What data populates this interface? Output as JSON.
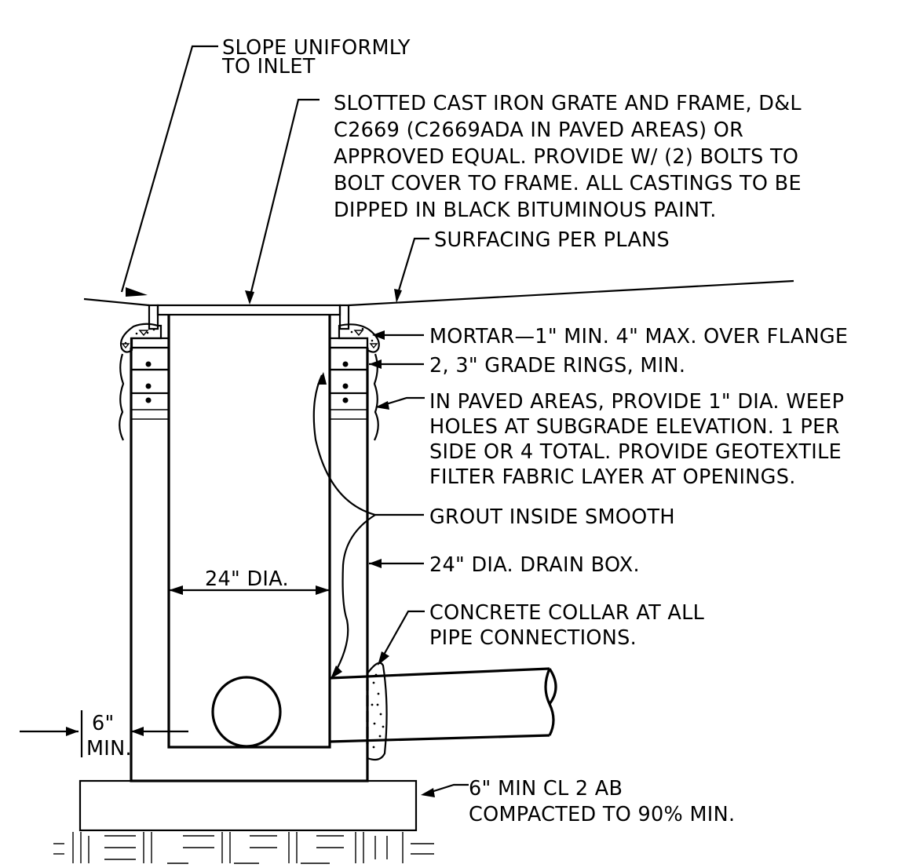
{
  "labels": {
    "slope": [
      "SLOPE UNIFORMLY",
      "TO INLET"
    ],
    "grate": [
      "SLOTTED CAST IRON GRATE AND FRAME, D&L",
      "C2669 (C2669ADA IN PAVED AREAS) OR",
      "APPROVED EQUAL.  PROVIDE W/ (2) BOLTS TO",
      "BOLT COVER TO FRAME. ALL CASTINGS TO BE",
      "DIPPED IN BLACK BITUMINOUS PAINT."
    ],
    "surfacing": "SURFACING PER PLANS",
    "mortar": "MORTAR—1\" MIN. 4\" MAX. OVER FLANGE",
    "grade_rings": "2, 3\" GRADE RINGS, MIN.",
    "weep": [
      "IN PAVED AREAS, PROVIDE 1\" DIA. WEEP",
      "HOLES AT SUBGRADE ELEVATION. 1 PER",
      "SIDE OR 4 TOTAL. PROVIDE GEOTEXTILE",
      "FILTER FABRIC LAYER AT OPENINGS."
    ],
    "grout": "GROUT INSIDE SMOOTH",
    "drain_box": "24\" DIA. DRAIN BOX.",
    "inner_dia": "24\" DIA.",
    "collar": [
      "CONCRETE COLLAR AT ALL",
      "PIPE CONNECTIONS."
    ],
    "wall": [
      "6\"",
      "MIN."
    ],
    "base": [
      "6\" MIN CL 2 AB",
      "COMPACTED TO 90% MIN."
    ]
  }
}
